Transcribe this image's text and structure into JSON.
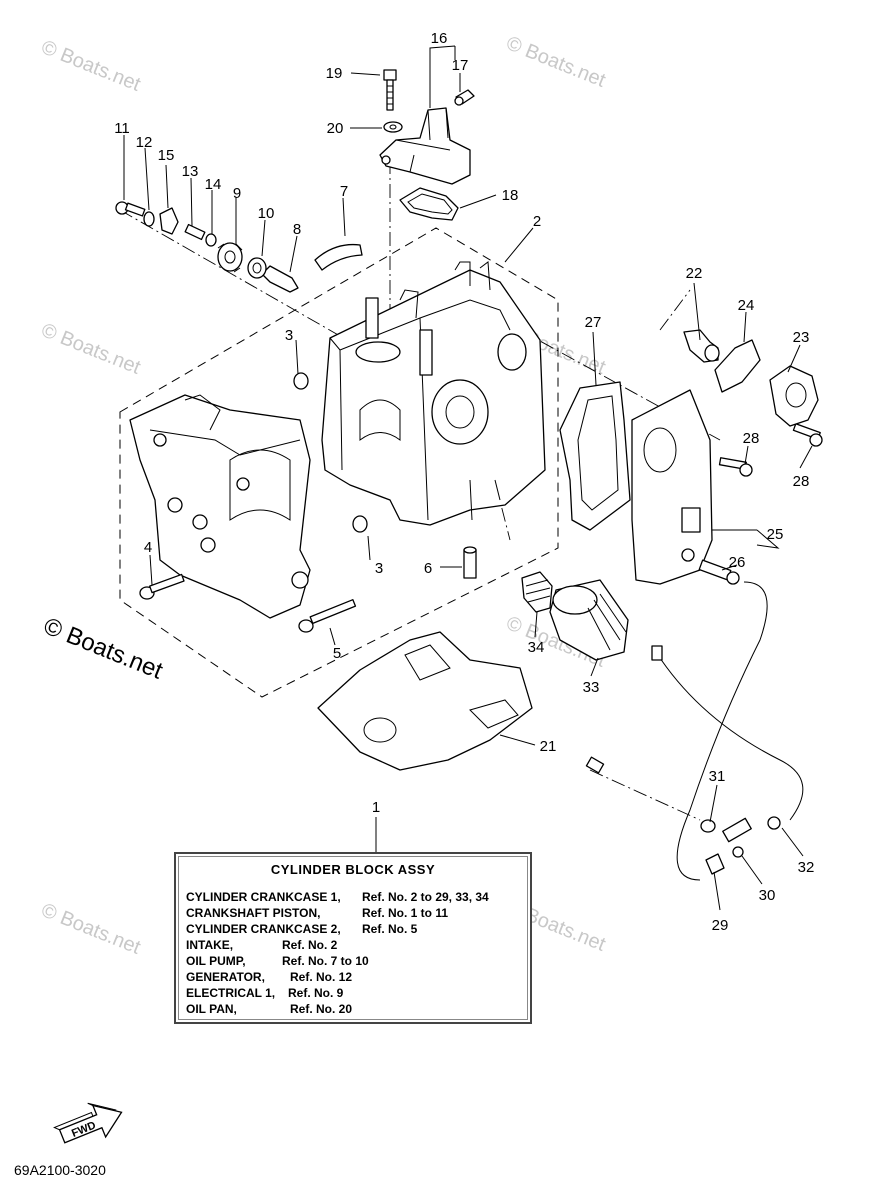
{
  "watermarks": {
    "small": "© Boats.net",
    "large": "© Boats.net"
  },
  "callouts": [
    "1",
    "2",
    "3",
    "3",
    "4",
    "5",
    "6",
    "7",
    "8",
    "9",
    "10",
    "11",
    "12",
    "13",
    "14",
    "15",
    "16",
    "17",
    "18",
    "19",
    "20",
    "21",
    "22",
    "23",
    "24",
    "25",
    "26",
    "27",
    "28",
    "28",
    "29",
    "30",
    "31",
    "32",
    "33",
    "34"
  ],
  "legend": {
    "title": "CYLINDER BLOCK ASSY",
    "rows": [
      {
        "name": "CYLINDER CRANKCASE 1,",
        "ref": "Ref. No. 2 to 29, 33, 34"
      },
      {
        "name": "CRANKSHAFT PISTON,",
        "ref": "Ref. No. 1 to 11"
      },
      {
        "name": "CYLINDER CRANKCASE 2,",
        "ref": "Ref. No. 5"
      },
      {
        "name": "INTAKE,",
        "ref": "Ref. No. 2"
      },
      {
        "name": "OIL PUMP,",
        "ref": "Ref. No. 7 to 10"
      },
      {
        "name": "GENERATOR,",
        "ref": "Ref. No. 12"
      },
      {
        "name": "ELECTRICAL 1,",
        "ref": "Ref. No. 9"
      },
      {
        "name": "OIL PAN,",
        "ref": "Ref. No. 20"
      }
    ]
  },
  "fwd_label": "FWD",
  "diagram_code": "69A2100-3020"
}
